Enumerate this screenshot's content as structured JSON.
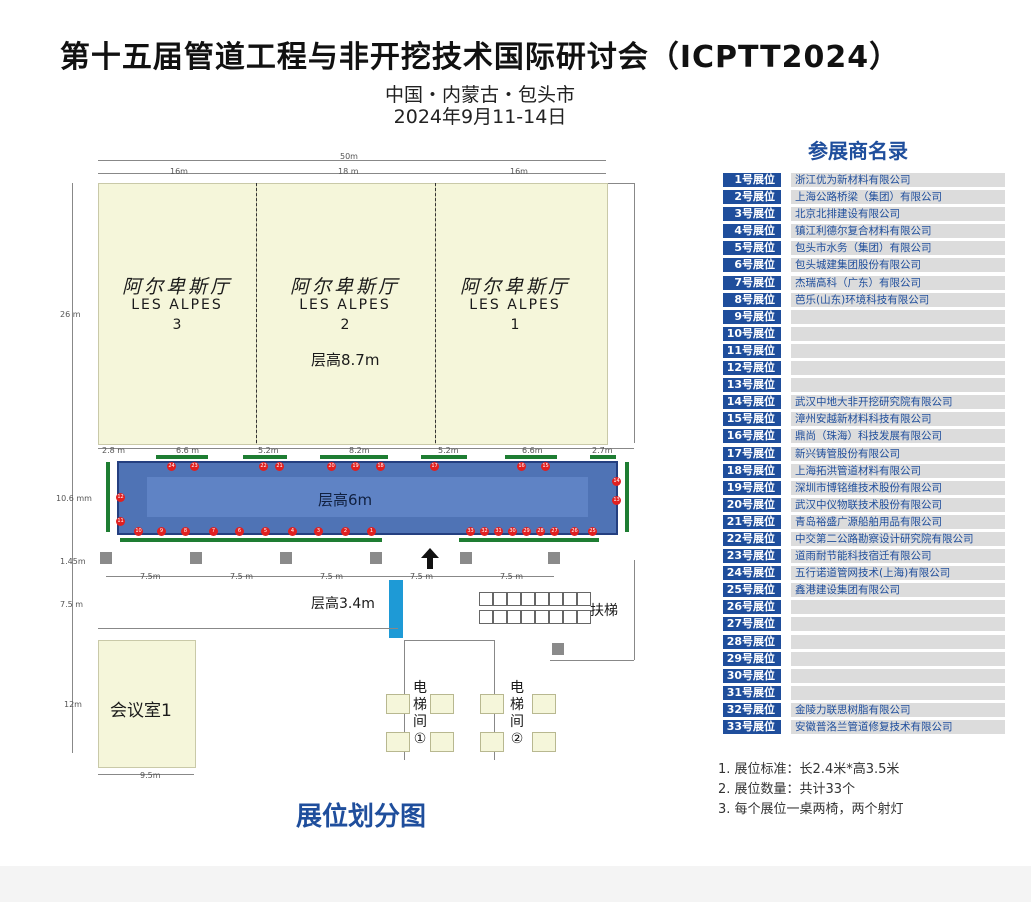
{
  "header": {
    "title": "第十五届管道工程与非开挖技术国际研讨会（ICPTT2024）",
    "location": "中国・内蒙古・包头市",
    "dates": "2024年9月11-14日"
  },
  "plan": {
    "caption": "展位划分图",
    "halls": [
      {
        "name": "阿尔卑斯厅",
        "en": "LES ALPES",
        "num": "3"
      },
      {
        "name": "阿尔卑斯厅",
        "en": "LES ALPES",
        "num": "2"
      },
      {
        "name": "阿尔卑斯厅",
        "en": "LES ALPES",
        "num": "1"
      }
    ],
    "hall_height": "层高8.7m",
    "foyer_height": "层高6m",
    "corridor_height": "层高3.4m",
    "escalator": "扶梯",
    "meeting_room": "会议室1",
    "elevator1": {
      "c1": "电",
      "c2": "梯",
      "c3": "间",
      "num": "①"
    },
    "elevator2": {
      "c1": "电",
      "c2": "梯",
      "c3": "间",
      "num": "②"
    },
    "dims": {
      "total_width": "50m",
      "w1": "16m",
      "w2": "18 m",
      "w3": "16m",
      "hall_depth": "26 m",
      "foyer_depth": "10.6 mm",
      "gap1": "1.45m",
      "gap2": "7.5 m",
      "meeting_depth": "12m",
      "meeting_width": "9.5m",
      "a1": "2.8 m",
      "a2": "6.6 m",
      "a3": "5.2m",
      "a4": "8.2m",
      "a5": "5.2m",
      "a6": "6.6m",
      "a7": "2.7m",
      "p1": "7.5m",
      "p2": "7.5 m",
      "p3": "7.5 m",
      "p4": "7.5 m",
      "p5": "7.5 m"
    },
    "booths_top": [
      "24",
      "23",
      "22",
      "21",
      "20",
      "19",
      "18",
      "17",
      "16",
      "15"
    ],
    "booths_bottom": [
      "10",
      "9",
      "8",
      "7",
      "6",
      "5",
      "4",
      "3",
      "2",
      "1"
    ],
    "booths_left": [
      "12",
      "11"
    ],
    "booths_right": [
      "14",
      "13"
    ],
    "booths_bottom_right": [
      "33",
      "32",
      "31",
      "30",
      "29",
      "28",
      "27",
      "26",
      "25"
    ]
  },
  "exhibitors": {
    "title": "参展商名录",
    "rows": [
      {
        "no": "1号展位",
        "name": "浙江优为新材料有限公司"
      },
      {
        "no": "2号展位",
        "name": "上海公路桥梁（集团）有限公司"
      },
      {
        "no": "3号展位",
        "name": "北京北排建设有限公司"
      },
      {
        "no": "4号展位",
        "name": "镇江利德尔复合材料有限公司"
      },
      {
        "no": "5号展位",
        "name": "包头市水务（集团）有限公司"
      },
      {
        "no": "6号展位",
        "name": "包头城建集团股份有限公司"
      },
      {
        "no": "7号展位",
        "name": "杰瑞高科（广东）有限公司"
      },
      {
        "no": "8号展位",
        "name": "芭乐(山东)环境科技有限公司"
      },
      {
        "no": "9号展位",
        "name": ""
      },
      {
        "no": "10号展位",
        "name": ""
      },
      {
        "no": "11号展位",
        "name": ""
      },
      {
        "no": "12号展位",
        "name": ""
      },
      {
        "no": "13号展位",
        "name": ""
      },
      {
        "no": "14号展位",
        "name": "武汉中地大非开挖研究院有限公司"
      },
      {
        "no": "15号展位",
        "name": "漳州安越新材料科技有限公司"
      },
      {
        "no": "16号展位",
        "name": "鼎尚（珠海）科技发展有限公司"
      },
      {
        "no": "17号展位",
        "name": "新兴铸管股份有限公司"
      },
      {
        "no": "18号展位",
        "name": "上海拓洪管道材料有限公司"
      },
      {
        "no": "19号展位",
        "name": "深圳市博铭维技术股份有限公司"
      },
      {
        "no": "20号展位",
        "name": "武汉中仪物联技术股份有限公司"
      },
      {
        "no": "21号展位",
        "name": "青岛裕盛广源船舶用品有限公司"
      },
      {
        "no": "22号展位",
        "name": "中交第二公路勘察设计研究院有限公司"
      },
      {
        "no": "23号展位",
        "name": "道雨耐节能科技宿迁有限公司"
      },
      {
        "no": "24号展位",
        "name": "五行诺道管网技术(上海)有限公司"
      },
      {
        "no": "25号展位",
        "name": "鑫港建设集团有限公司"
      },
      {
        "no": "26号展位",
        "name": ""
      },
      {
        "no": "27号展位",
        "name": ""
      },
      {
        "no": "28号展位",
        "name": ""
      },
      {
        "no": "29号展位",
        "name": ""
      },
      {
        "no": "30号展位",
        "name": ""
      },
      {
        "no": "31号展位",
        "name": ""
      },
      {
        "no": "32号展位",
        "name": "金陵力联思树脂有限公司"
      },
      {
        "no": "33号展位",
        "name": "安徽普洛兰管道修复技术有限公司"
      }
    ],
    "notes": [
      "1. 展位标准：长2.4米*高3.5米",
      "2. 展位数量：共计33个",
      "3. 每个展位一桌两椅，两个射灯"
    ]
  },
  "colors": {
    "accent": "#1f4e9c",
    "hall": "#f5f6da",
    "foyer": "#4f73b5",
    "booth": "#e02020",
    "bar": "#1e7d32",
    "door": "#1e9ad6"
  }
}
